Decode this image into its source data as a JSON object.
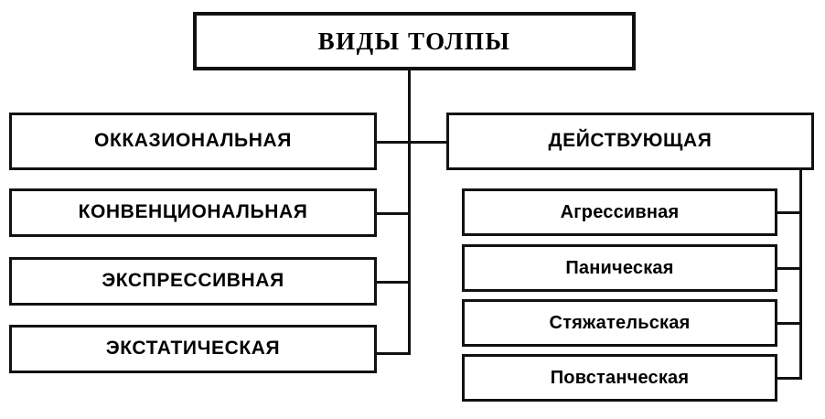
{
  "diagram": {
    "title_node": {
      "label": "ВИДЫ ТОЛПЫ"
    },
    "branches": [
      {
        "name": "passive-types",
        "nodes": [
          {
            "label": "ОККАЗИОНАЛЬНАЯ"
          },
          {
            "label": "КОНВЕНЦИОНАЛЬНАЯ"
          },
          {
            "label": "ЭКСПРЕССИВНАЯ"
          },
          {
            "label": "ЭКСТАТИЧЕСКАЯ"
          }
        ]
      },
      {
        "name": "acting-crowd",
        "heading": {
          "label": "ДЕЙСТВУЮЩАЯ"
        },
        "nodes": [
          {
            "label": "Агрессивная"
          },
          {
            "label": "Паническая"
          },
          {
            "label": "Стяжательская"
          },
          {
            "label": "Повстанческая"
          }
        ]
      }
    ],
    "colors": {
      "stroke": "#111111",
      "background": "#ffffff",
      "text": "#000000"
    }
  }
}
